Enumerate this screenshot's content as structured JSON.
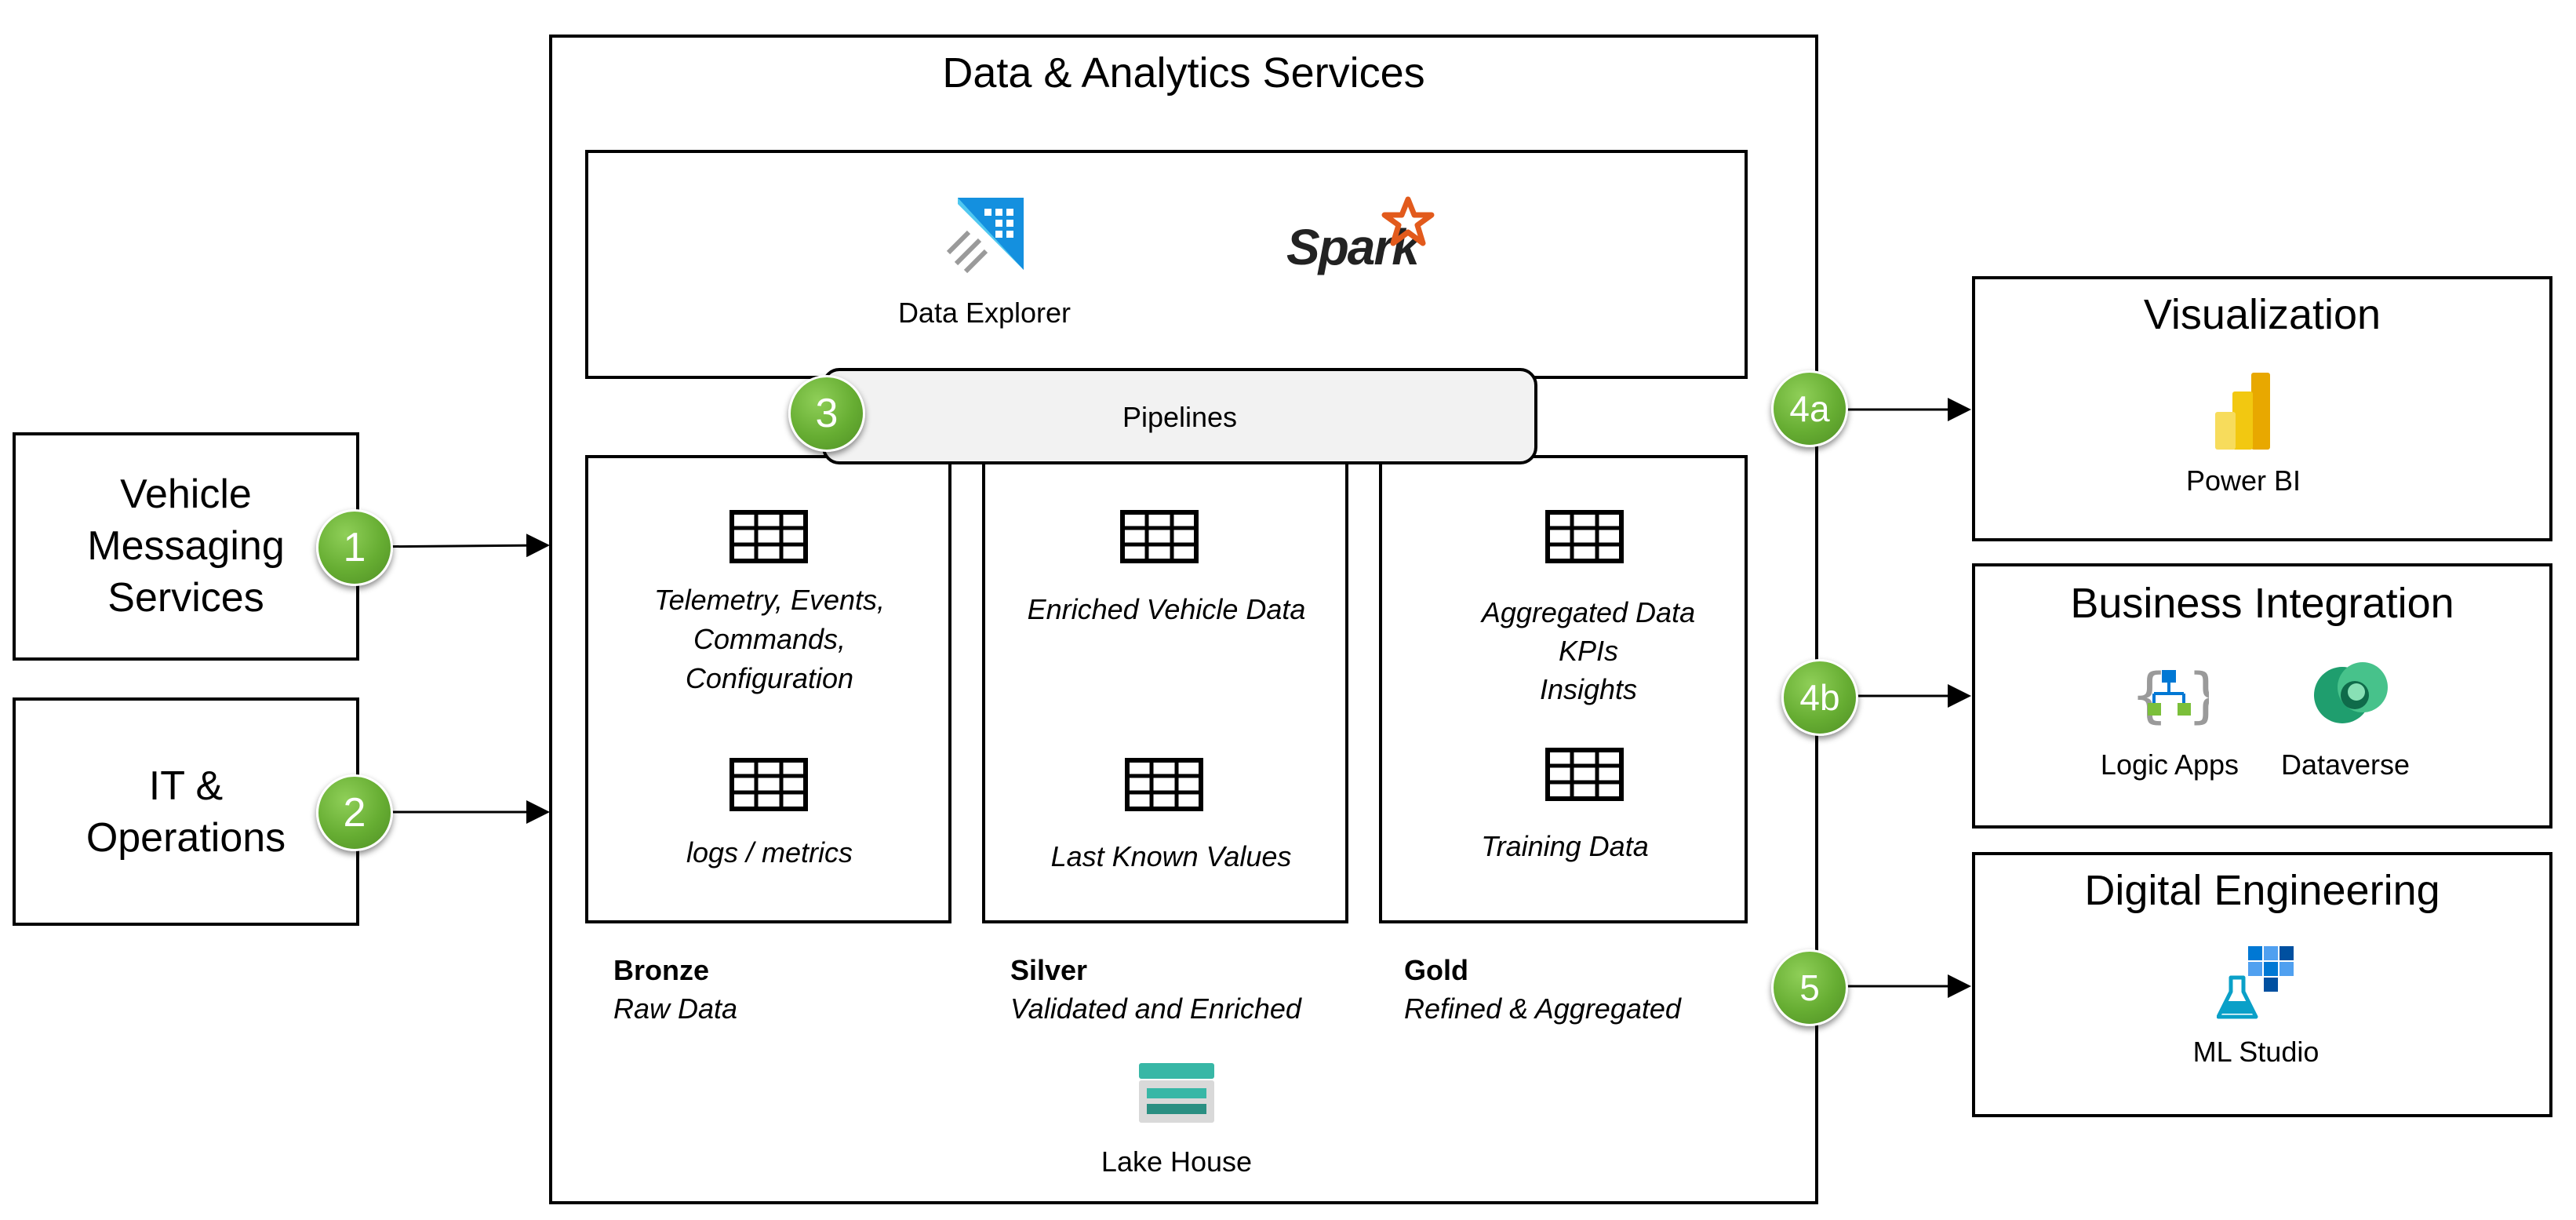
{
  "main_title": "Data & Analytics Services",
  "sources": [
    {
      "label_lines": [
        "Vehicle",
        "Messaging",
        "Services"
      ],
      "badge": "1"
    },
    {
      "label_lines": [
        "IT &",
        "Operations"
      ],
      "badge": "2"
    }
  ],
  "tools": {
    "data_explorer": "Data Explorer",
    "spark": "Spark"
  },
  "pipelines": {
    "label": "Pipelines",
    "badge": "3"
  },
  "layers": [
    {
      "tables": [
        [
          "Telemetry, Events,",
          "Commands,",
          "Configuration"
        ],
        [
          "logs / metrics"
        ]
      ],
      "name": "Bronze",
      "desc": "Raw Data"
    },
    {
      "tables": [
        [
          "Enriched Vehicle Data"
        ],
        [
          "Last Known Values"
        ]
      ],
      "name": "Silver",
      "desc": "Validated and Enriched"
    },
    {
      "tables": [
        [
          "Aggregated Data",
          "KPIs",
          "Insights"
        ],
        [
          "Training Data"
        ]
      ],
      "name": "Gold",
      "desc": "Refined & Aggregated"
    }
  ],
  "lakehouse": "Lake House",
  "outputs": [
    {
      "badge": "4a",
      "title": "Visualization",
      "items": [
        "Power BI"
      ]
    },
    {
      "badge": "4b",
      "title": "Business Integration",
      "items": [
        "Logic Apps",
        "Dataverse"
      ]
    },
    {
      "badge": "5",
      "title": "Digital Engineering",
      "items": [
        "ML Studio"
      ]
    }
  ],
  "colors": {
    "badge_green": "#66ad32",
    "pipeline_fill": "#f2f2f2",
    "powerbi_yellow": "#f2c811",
    "azure_blue": "#0078d4",
    "spark_orange": "#e25a1c",
    "dataverse_green": "#1f9e6e",
    "lakehouse_teal": "#38b7a6"
  }
}
